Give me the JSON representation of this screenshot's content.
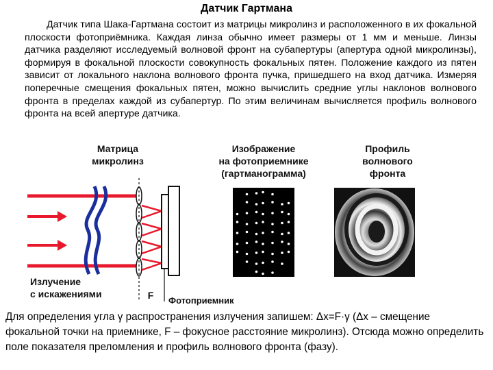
{
  "title": "Датчик Гартмана",
  "intro_text": "Датчик типа Шака-Гартмана состоит из матрицы микролинз и расположенного в их фокальной плоскости фотоприёмника. Каждая линза обычно имеет размеры от 1 мм и меньше. Линзы датчика разделяют исследуемый волновой фронт на субапертуры (апертура одной микролинзы), формируя в фокальной плоскости совокупность фокальных пятен. Положение каждого из пятен зависит от локального наклона волнового фронта пучка, пришедшего на вход датчика. Измеряя поперечные смещения фокальных пятен, можно вычислить средние углы наклонов волнового фронта в пределах каждой из субапертур. По этим величинам вычисляется профиль волнового фронта на всей апертуре датчика.",
  "diagram": {
    "label_matrix_line1": "Матрица",
    "label_matrix_line2": "микролинз",
    "label_image_line1": "Изображение",
    "label_image_line2": "на фотоприемнике",
    "label_image_line3": "(гартманограмма)",
    "label_profile_line1": "Профиль",
    "label_profile_line2": "волнового",
    "label_profile_line3": "фронта",
    "label_radiation_line1": "Излучение",
    "label_radiation_line2": "с искажениями",
    "label_f": "F",
    "label_photodetector": "Фотоприемник",
    "colors": {
      "beam_red": "#e8192c",
      "wavefront_blue": "#1a2f9c",
      "arrow_red": "#e8192c"
    }
  },
  "bottom_text": "Для определения угла γ распространения излучения запишем: Δx=F·γ (Δx – смещение фокальной точки на приемнике, F – фокусное расстояние микролинз). Отсюда можно определить поле показателя преломления и профиль волнового фронта (фазу)."
}
